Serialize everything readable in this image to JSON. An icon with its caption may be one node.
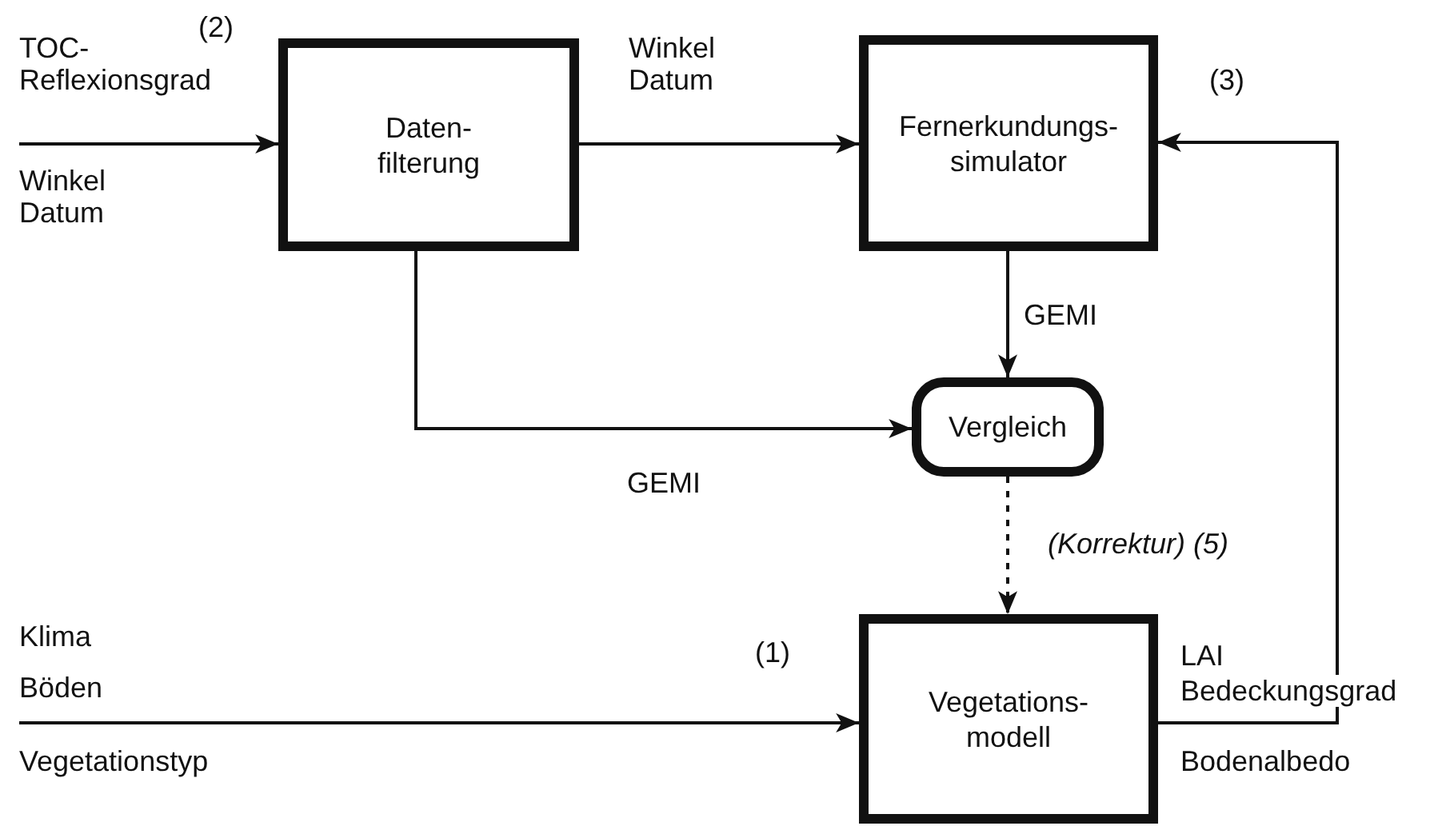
{
  "diagram": {
    "nodes": [
      {
        "text": [
          "Daten- filterung"
        ]
      },
      {
        "text": [
          "Fernerkundungs- simulator"
        ]
      },
      {
        "text": [
          "Vergleich"
        ]
      },
      {
        "text": [
          "Vegetations- modell"
        ]
      }
    ],
    "edges": [
      {
        "from": null,
        "to": 0,
        "arrow": "to"
      },
      {
        "from": 0,
        "to": 1,
        "arrow": "to",
        "label": "Winkel Datum"
      },
      {
        "from": 0,
        "to": 2,
        "arrow": "to",
        "label": "GEMI"
      },
      {
        "from": 1,
        "to": 2,
        "arrow": "to",
        "label": "GEMI"
      },
      {
        "from": 2,
        "to": 3,
        "arrow": "to",
        "label": "(Korrektur) (5)",
        "style": "dashed"
      },
      {
        "from": null,
        "to": 3,
        "arrow": "to"
      },
      {
        "from": 3,
        "to": 1,
        "arrow": "to"
      }
    ],
    "labels": [
      "(2)",
      "TOC- Reflexionsgrad",
      "Winkel Datum",
      "(3)",
      "Klima",
      "Böden",
      "Vegetationstyp",
      "(1)",
      "LAI",
      "Bedeckungsgrad",
      "Bodenalbedo"
    ]
  }
}
